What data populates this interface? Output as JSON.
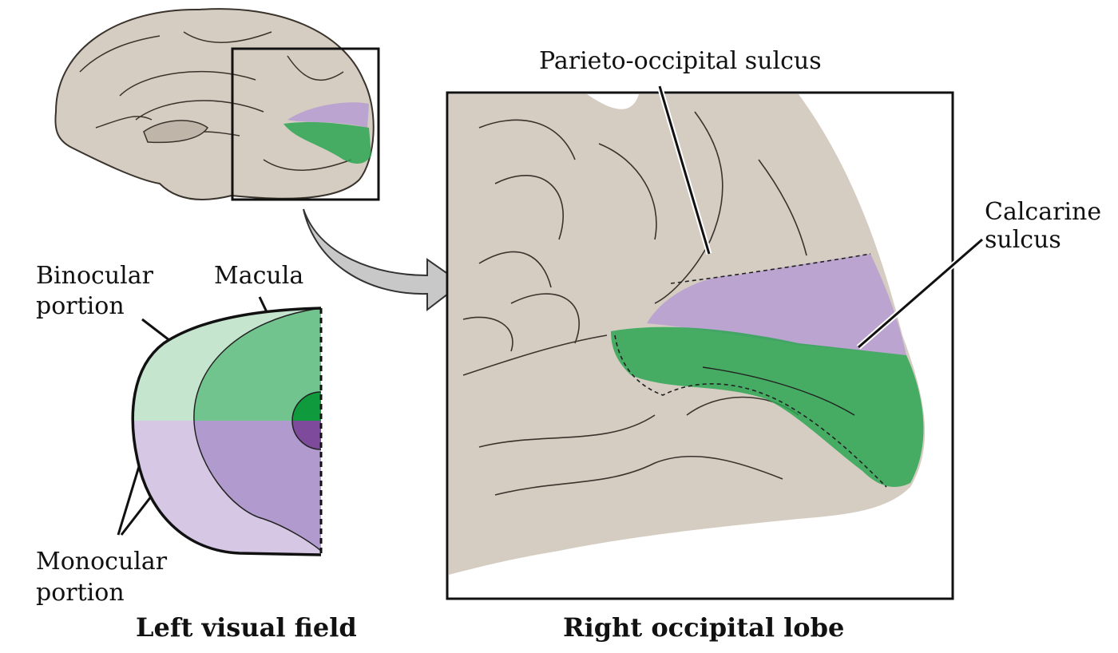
{
  "labels": {
    "parieto_occipital": "Parieto-occipital sulcus",
    "calcarine_line1": "Calcarine",
    "calcarine_line2": "sulcus",
    "binocular_line1": "Binocular",
    "binocular_line2": "portion",
    "macula": "Macula",
    "monocular_line1": "Monocular",
    "monocular_line2": "portion"
  },
  "titles": {
    "left": "Left visual field",
    "right": "Right occipital lobe"
  },
  "colors": {
    "brain": "#d5cdc2",
    "sulcus": "#3a332c",
    "green_light": "#c6e5cf",
    "green_mid": "#72c48e",
    "green_dark": "#0f9a3e",
    "purple_light": "#d6c7e4",
    "purple_mid": "#b09ace",
    "purple_dark": "#7d4a9c"
  }
}
